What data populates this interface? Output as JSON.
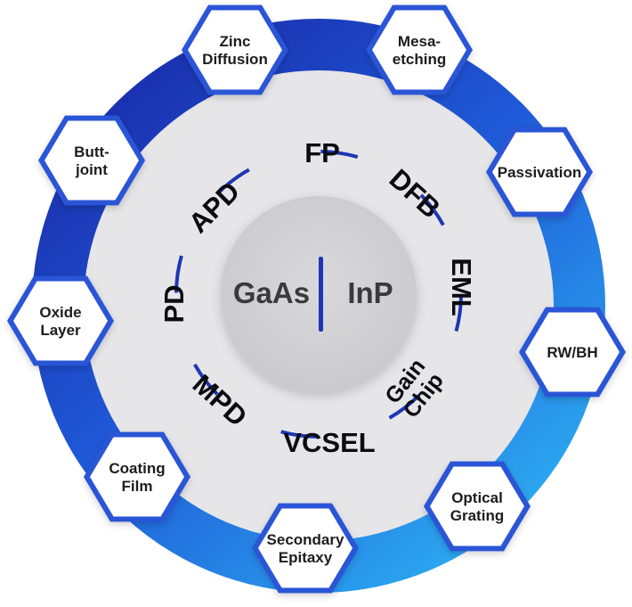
{
  "center": {
    "left": "GaAs",
    "right": "InP"
  },
  "devices": [
    "FP",
    "DFB",
    "EML",
    "Gain Chip",
    "VCSEL",
    "MPD",
    "PD",
    "APD"
  ],
  "processes": [
    "Zinc Diffusion",
    "Mesa- etching",
    "Passivation",
    "RW/BH",
    "Optical Grating",
    "Secondary Epitaxy",
    "Coating Film",
    "Oxide Layer",
    "Butt- joint"
  ],
  "colors": {
    "ring_dark": "#1d36b4",
    "ring_light": "#2aa2ee",
    "inner_disc": "#e6e6e8",
    "center_disc": "#d3d3d5",
    "divider": "#1d36b4",
    "hex_fill": "#ffffff"
  }
}
